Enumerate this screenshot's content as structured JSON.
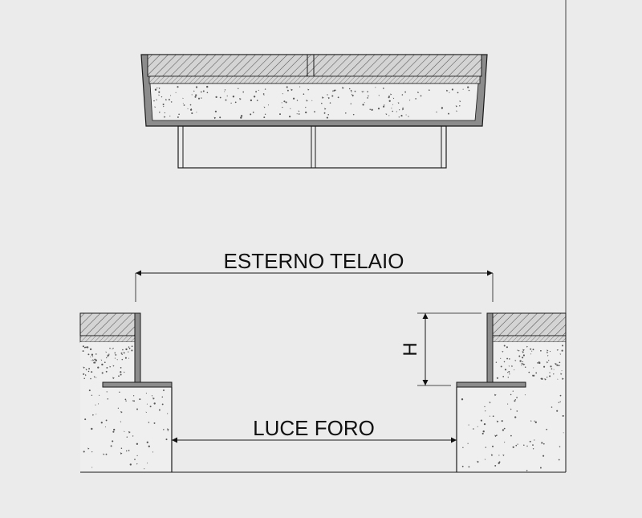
{
  "drawing": {
    "labels": {
      "outer_frame": "ESTERNO TELAIO",
      "clear_opening": "LUCE FORO",
      "height": "H"
    }
  },
  "colors": {
    "background": "#ebebeb",
    "line": "#1a1a1a",
    "hatch_fill": "#d4d4d4",
    "concrete_fill": "#efefef",
    "frame_fill": "#8c8c8c"
  }
}
